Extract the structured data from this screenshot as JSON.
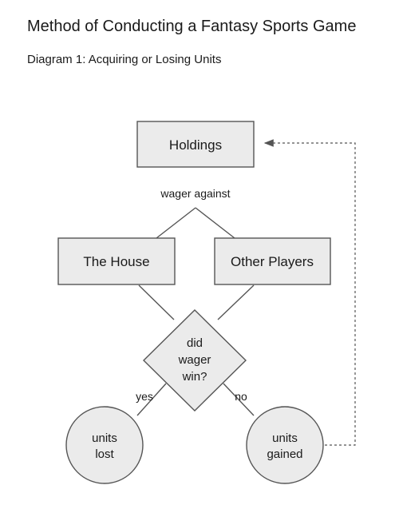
{
  "title": "Method of Conducting a Fantasy Sports Game",
  "subtitle": "Diagram 1: Acquiring or Losing Units",
  "nodes": {
    "holdings": "Holdings",
    "wager_label": "wager against",
    "house": "The House",
    "other_players": "Other Players",
    "decision": [
      "did",
      "wager",
      "win?"
    ],
    "yes_label": "yes",
    "no_label": "no",
    "lost": [
      "units",
      "lost"
    ],
    "gained": [
      "units",
      "gained"
    ]
  }
}
